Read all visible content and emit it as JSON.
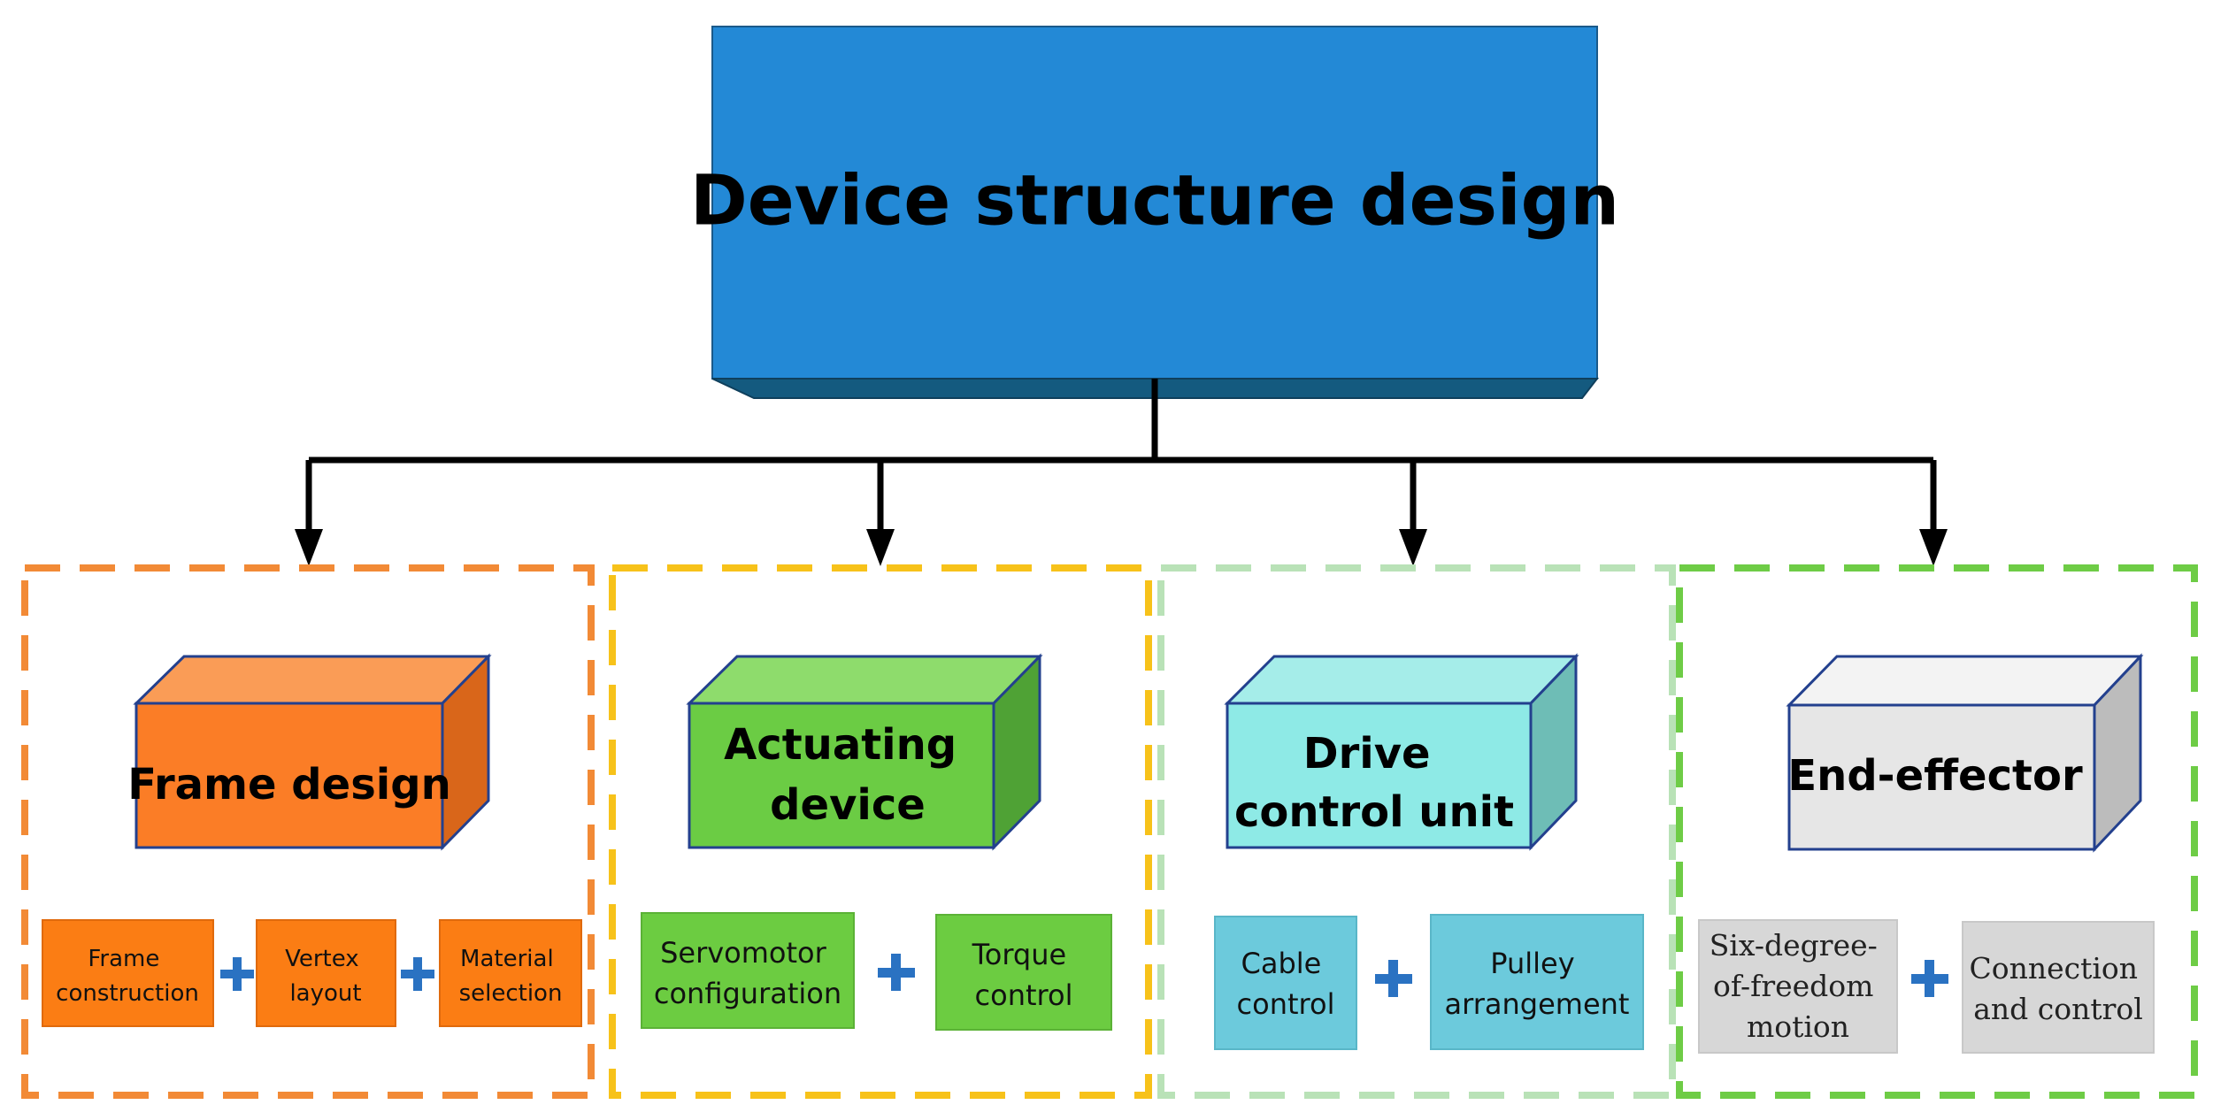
{
  "title": "Device structure design",
  "colors": {
    "title_box": "#2389d6",
    "connector": "#000000",
    "plus": "#2a72c2",
    "frame_dash": "#f28a36",
    "actuating_dash": "#f7c21a",
    "drive_dash": "#b9e2b7",
    "end_dash": "#6ecc46"
  },
  "sections": [
    {
      "id": "frame",
      "title_lines": [
        "Frame design"
      ],
      "sub_items": [
        {
          "lines": [
            "Frame",
            "construction"
          ]
        },
        {
          "lines": [
            "Vertex",
            "layout"
          ]
        },
        {
          "lines": [
            "Material",
            "selection"
          ]
        }
      ]
    },
    {
      "id": "actuating",
      "title_lines": [
        "Actuating",
        "device"
      ],
      "sub_items": [
        {
          "lines": [
            "Servomotor",
            "configuration"
          ]
        },
        {
          "lines": [
            "Torque",
            "control"
          ]
        }
      ]
    },
    {
      "id": "drive",
      "title_lines": [
        "Drive",
        "control unit"
      ],
      "sub_items": [
        {
          "lines": [
            "Cable",
            "control"
          ]
        },
        {
          "lines": [
            "Pulley",
            "arrangement"
          ]
        }
      ]
    },
    {
      "id": "end-effector",
      "title_lines": [
        "End-effector"
      ],
      "sub_items": [
        {
          "lines": [
            "Six-degree-",
            "of-freedom",
            "motion"
          ]
        },
        {
          "lines": [
            "Connection",
            "and control"
          ]
        }
      ]
    }
  ]
}
